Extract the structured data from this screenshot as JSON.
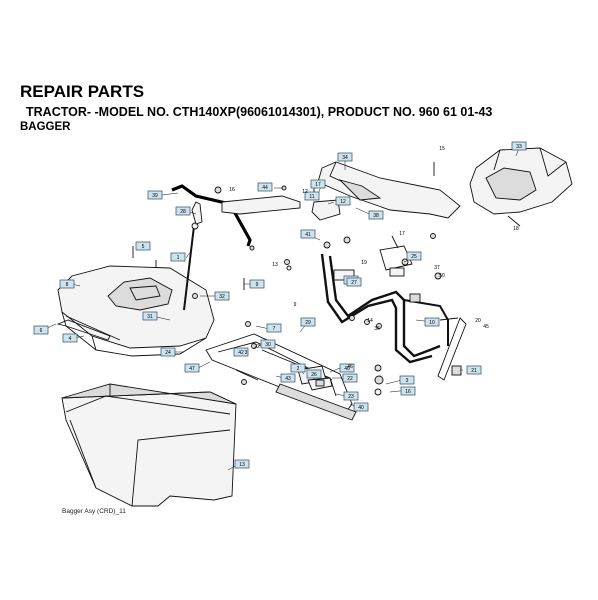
{
  "header": {
    "title": "REPAIR PARTS",
    "subtitle": "TRACTOR- -MODEL NO. CTH140XP(96061014301), PRODUCT NO. 960 61 01-43",
    "section": "BAGGER"
  },
  "footer": {
    "caption": "Bagger Asy (CRD)_11"
  },
  "boxed_labels": [
    "33",
    "34",
    "17",
    "39",
    "44",
    "11",
    "12",
    "28",
    "38",
    "1",
    "41",
    "5",
    "8",
    "6",
    "10",
    "40",
    "35",
    "32",
    "9",
    "4",
    "31",
    "29",
    "7",
    "30",
    "42",
    "47",
    "23",
    "2",
    "22",
    "46",
    "26",
    "25",
    "13",
    "43",
    "24",
    "3",
    "16",
    "21",
    "27"
  ],
  "plain_labels": [
    "15",
    "16",
    "18",
    "19",
    "13",
    "17",
    "36",
    "14",
    "37",
    "50",
    "20",
    "45",
    "3",
    "46",
    "9",
    "22",
    "12"
  ],
  "colors": {
    "label_fill": "#cfe3ee",
    "label_stroke": "#2a4a66",
    "line": "#111111"
  }
}
